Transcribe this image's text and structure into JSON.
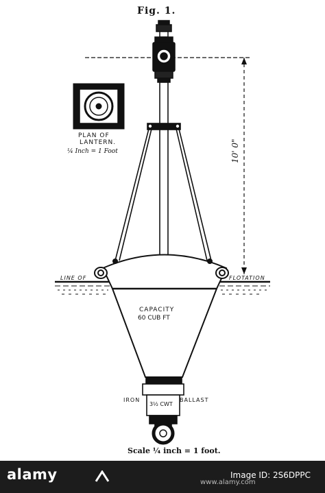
{
  "figure": {
    "title": "Fig. 1.",
    "plan_label_line1": "PLAN OF",
    "plan_label_line2": "LANTERN.",
    "plan_scale": "¼ Inch = 1 Foot",
    "height_dimension": "10' 0\"",
    "line_of": "LINE OF",
    "flotation": "FLOTATION",
    "capacity_line1": "CAPACITY",
    "capacity_line2": "60 CUB FT",
    "ballast_left": "IRON",
    "ballast_right": "BALLAST",
    "ballast_weight": "3½ CWT",
    "scale_caption": "Scale ¼ inch = 1 foot."
  },
  "stock_bar": {
    "brand": "alamy",
    "image_id": "Image ID: 2S6DPPC",
    "site": "www.alamy.com",
    "bar_color": "#1c1c1c"
  }
}
